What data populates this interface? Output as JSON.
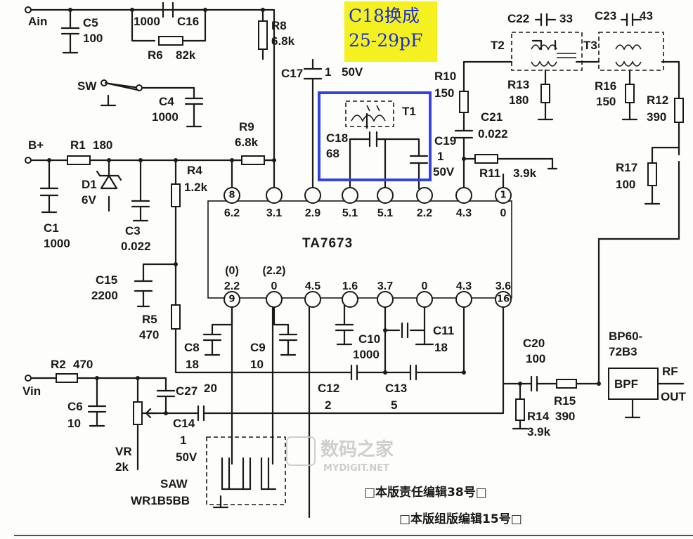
{
  "annotation": {
    "line1": "C18换成",
    "line2": "25-29pF",
    "bg_color": "#f5f020",
    "text_color": "#1a2fd6",
    "highlight_color": "#3344dd"
  },
  "ic": {
    "name": "TA7673"
  },
  "pins_top": [
    {
      "num": "8",
      "voltage": "6.2",
      "circled": true
    },
    {
      "num": "",
      "voltage": "3.1",
      "circled": false
    },
    {
      "num": "",
      "voltage": "2.9",
      "circled": false
    },
    {
      "num": "",
      "voltage": "5.1",
      "circled": false
    },
    {
      "num": "",
      "voltage": "5.1",
      "circled": false
    },
    {
      "num": "",
      "voltage": "2.2",
      "circled": false
    },
    {
      "num": "",
      "voltage": "4.3",
      "circled": false
    },
    {
      "num": "1",
      "voltage": "0",
      "circled": true
    }
  ],
  "pins_bottom": [
    {
      "num": "9",
      "voltage": "2.2",
      "alt": "(0)",
      "circled": true
    },
    {
      "num": "",
      "voltage": "0",
      "alt": "(2.2)",
      "circled": false
    },
    {
      "num": "",
      "voltage": "4.5",
      "alt": "",
      "circled": false
    },
    {
      "num": "",
      "voltage": "1.6",
      "alt": "",
      "circled": false
    },
    {
      "num": "",
      "voltage": "3.7",
      "alt": "",
      "circled": false
    },
    {
      "num": "",
      "voltage": "0",
      "alt": "",
      "circled": false
    },
    {
      "num": "",
      "voltage": "4.3",
      "alt": "",
      "circled": false
    },
    {
      "num": "16",
      "voltage": "3.6",
      "alt": "",
      "circled": true
    }
  ],
  "components": {
    "ain": "Ain",
    "c5": "C5",
    "c5v": "100",
    "c16v": "1000",
    "c16": "C16",
    "r6": "R6",
    "r6v": "82k",
    "r8": "R8",
    "r8v": "6.8k",
    "sw": "SW",
    "c4": "C4",
    "c4v": "1000",
    "c17": "C17",
    "c17v": "1",
    "c17u": "50V",
    "bplus": "B+",
    "r1": "R1",
    "r1v": "180",
    "d1": "D1",
    "d1v": "6V",
    "c1": "C1",
    "c1v": "1000",
    "c3": "C3",
    "c3v": "0.022",
    "r4": "R4",
    "r4v": "1.2k",
    "r9": "R9",
    "r9v": "6.8k",
    "c18": "C18",
    "c18v": "68",
    "t1": "T1",
    "c19": "C19",
    "c19v": "1",
    "c19u": "50V",
    "r10": "R10",
    "r10v": "150",
    "c21": "C21",
    "c21v": "0.022",
    "r11": "R11",
    "r11v": "3.9k",
    "c22": "C22",
    "c22v": "33",
    "t2": "T2",
    "c23": "C23",
    "c23v": "43",
    "t3": "T3",
    "r13": "R13",
    "r13v": "180",
    "r16": "R16",
    "r16v": "150",
    "r12": "R12",
    "r12v": "390",
    "r17": "R17",
    "r17v": "100",
    "c15": "C15",
    "c15v": "2200",
    "r5": "R5",
    "r5v": "470",
    "c8": "C8",
    "c8v": "18",
    "c9": "C9",
    "c9v": "10",
    "c10": "C10",
    "c10v": "1000",
    "c11": "C11",
    "c11v": "18",
    "bp": "BP60-",
    "bp2": "72B3",
    "bpf": "BPF",
    "rf": "RF",
    "out": "OUT",
    "c20": "C20",
    "c20v": "100",
    "r15": "R15",
    "r15v": "390",
    "r14": "R14",
    "r14v": "3.9k",
    "vin": "Vin",
    "r2": "R2",
    "r2v": "470",
    "c27": "C27",
    "c27v": "20",
    "c6": "C6",
    "c6v": "10",
    "vr": "VR",
    "vrv": "2k",
    "c14": "C14",
    "c14v": "1",
    "c14u": "50V",
    "c12": "C12",
    "c12v": "2",
    "c13": "C13",
    "c13v": "5",
    "saw": "SAW",
    "sawv": "WR1B5BB"
  },
  "watermark": {
    "cn": "数码之家",
    "en": "MYDIGIT.NET"
  },
  "footer": {
    "line1": "□本版责任编辑38号□",
    "line2": "□本版组版编辑15号□"
  }
}
